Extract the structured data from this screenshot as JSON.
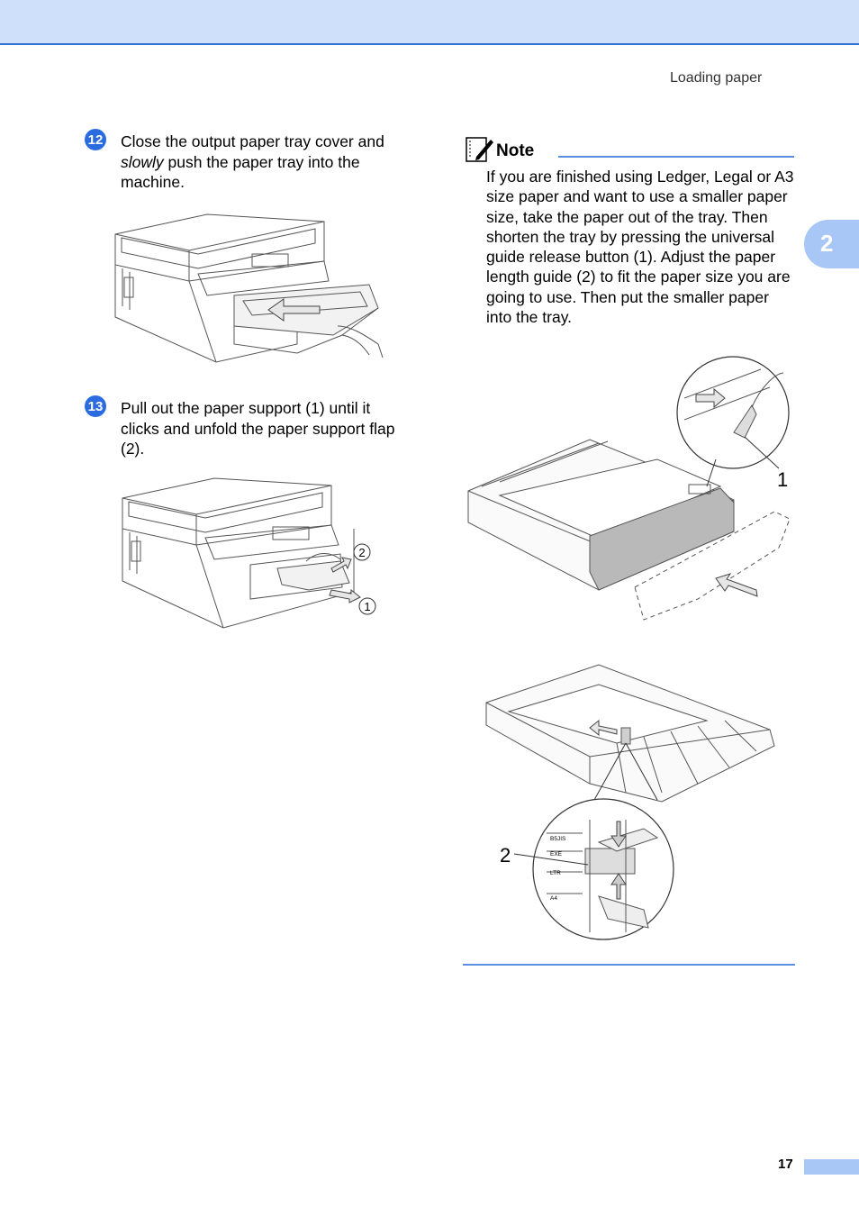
{
  "header": {
    "section_title": "Loading paper"
  },
  "chapter_tab": {
    "number": "2"
  },
  "steps": [
    {
      "number": "12",
      "text_before": "Close the output paper tray cover and ",
      "text_emphasis": "slowly",
      "text_after": " push the paper tray into the machine."
    },
    {
      "number": "13",
      "text": "Pull out the paper support (1) until it clicks and unfold the paper support flap (2).",
      "callouts": [
        "2",
        "1"
      ]
    }
  ],
  "note": {
    "label": "Note",
    "text": "If you are finished using Ledger, Legal or A3 size paper and want to use a smaller paper size, take the paper out of the tray. Then shorten the tray by pressing the universal guide release button (1). Adjust the paper length guide (2) to fit the paper size you are going to use. Then put the smaller paper into the tray.",
    "figure_callouts": [
      "1",
      "2"
    ],
    "paper_size_marks": [
      "B5JIS",
      "EXE",
      "LTR",
      "A4"
    ]
  },
  "footer": {
    "page_number": "17"
  },
  "colors": {
    "accent": "#2b6be0",
    "header_band": "#cfe0fb",
    "tab": "#a8c6f6",
    "rule": "#5a8fe0"
  }
}
